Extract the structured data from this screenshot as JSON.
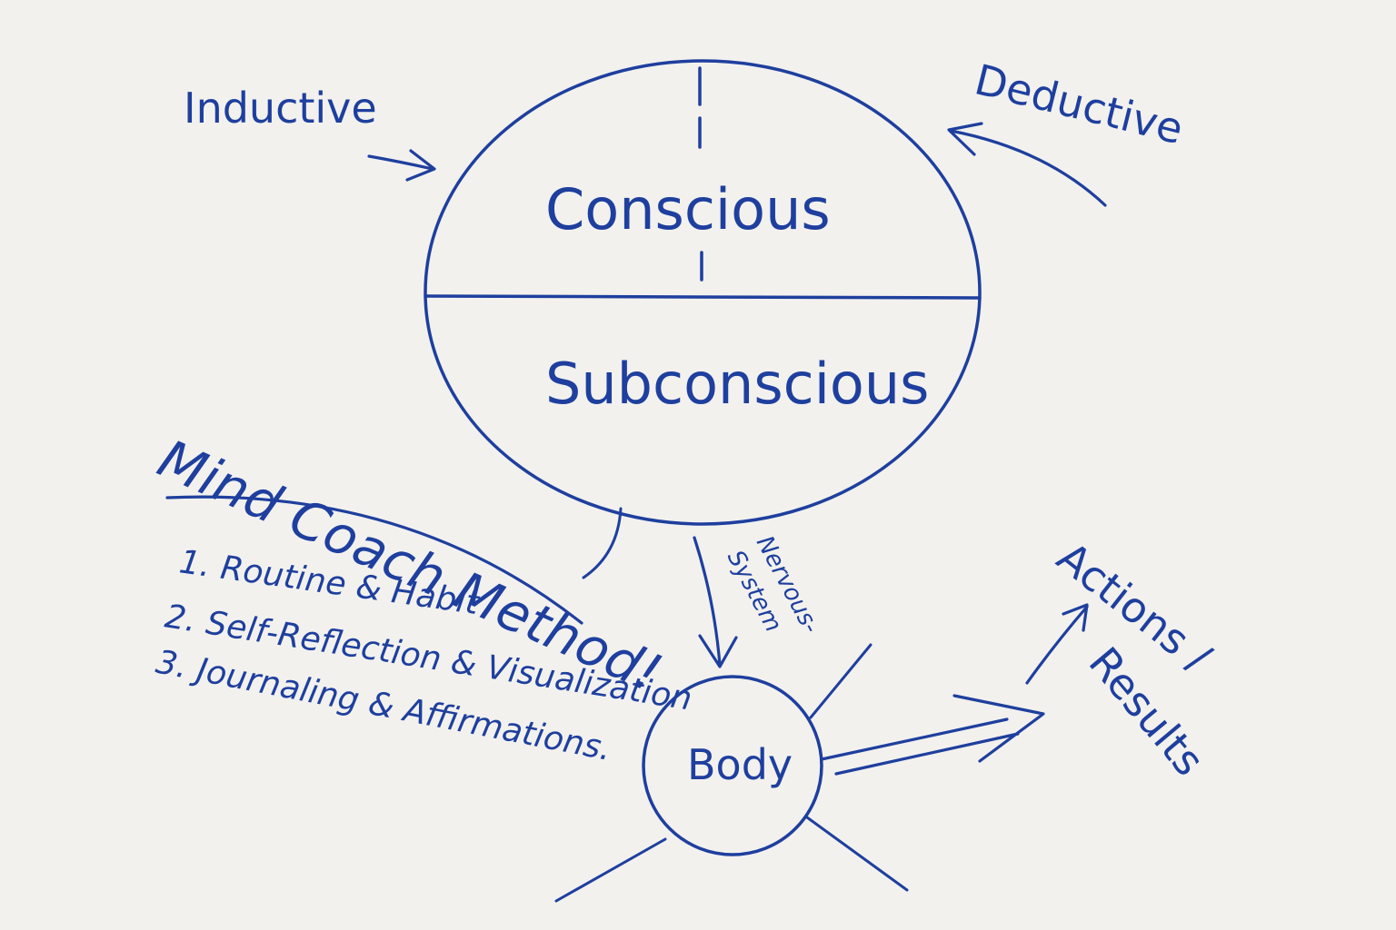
{
  "colors": {
    "background": "#f2f1ee",
    "ink": "#1e3f9e"
  },
  "labels": {
    "inductive": "Inductive",
    "deductive": "Deductive",
    "conscious": "Conscious",
    "subconscious": "Subconscious",
    "method_title": "Mind Coach Method!",
    "body": "Body",
    "nervous_line1": "Nervous-",
    "nervous_line2": "System",
    "actions_line1": "Actions /",
    "actions_line2": "Results"
  },
  "method_steps": [
    "1.  Routine & Habit",
    "2. Self-Reflection & Visualization",
    "3. Journaling & Affirmations."
  ]
}
